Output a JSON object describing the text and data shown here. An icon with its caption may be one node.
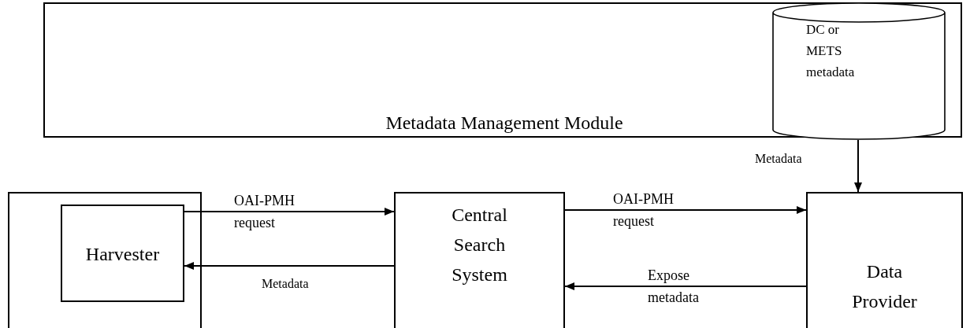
{
  "diagram": {
    "nodes": [
      {
        "text": [
          "Metadata Management Module"
        ]
      },
      {
        "text": [
          "DC or METS metadata"
        ],
        "in": 0
      },
      {
        "text": [],
        "shape": "box"
      },
      {
        "text": [
          "Harvester"
        ],
        "in": 2
      },
      {
        "text": [
          "Central Search System"
        ]
      },
      {
        "text": [
          "Data Provider"
        ]
      }
    ],
    "edges": [
      {
        "from": 3,
        "to": 4,
        "arrow": "to",
        "label": "OAI-PMH request"
      },
      {
        "from": 4,
        "to": 3,
        "arrow": "to",
        "label": "Metadata"
      },
      {
        "from": 4,
        "to": 5,
        "arrow": "to",
        "label": "OAI-PMH request"
      },
      {
        "from": 5,
        "to": 4,
        "arrow": "to",
        "label": "Expose metadata"
      },
      {
        "from": 1,
        "to": 5,
        "arrow": "to",
        "label": "Metadata"
      }
    ]
  }
}
